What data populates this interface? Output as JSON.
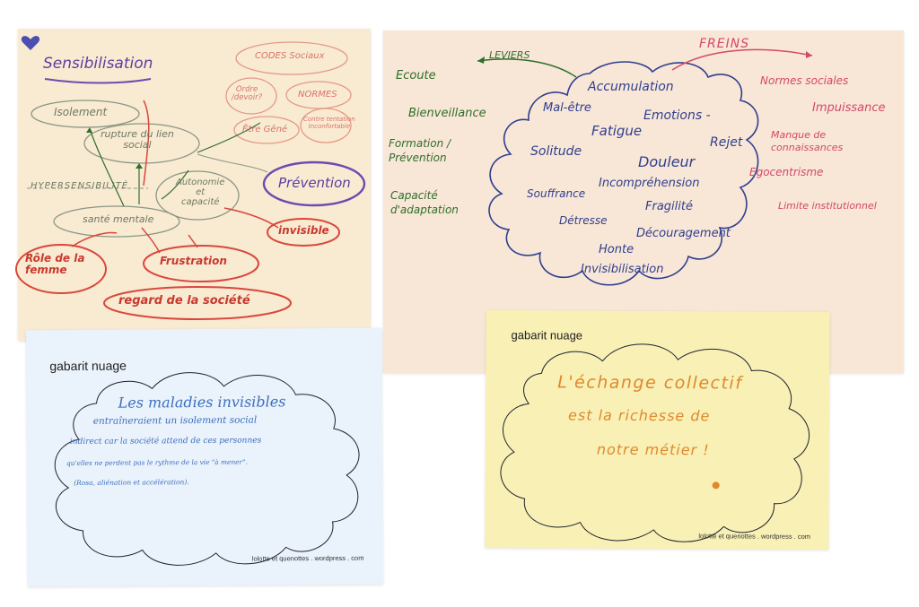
{
  "sheet1": {
    "title": "Sensibilisation",
    "nodes": {
      "codes_sociaux": "CODES Sociaux",
      "ordre_devoir": "Ordre\n/devoir?",
      "normes": "NORMES",
      "etre_gene": "Être Gêné",
      "contre_tentation": "Contre tentation\nInconfortable",
      "isolement": "Isolement",
      "rupture": "rupture du lien\nsocial",
      "hypersensibilite": "HYPERSENSIBILITÉ",
      "autonomie": "Autonomie\net\ncapacité",
      "sante_mentale": "santé mentale",
      "prevention": "Prévention",
      "invisible": "invisible",
      "role_femme": "Rôle de la\nfemme",
      "frustration": "Frustration",
      "regard": "regard de la société"
    },
    "colors": {
      "red": "#d9473c",
      "pink_outline": "#e49a86",
      "purple": "#6a4bb0",
      "gray": "#8a9684",
      "heart": "#4a4fb0"
    }
  },
  "sheet2": {
    "leviers_label": "LEVIERS",
    "freins_label": "FREINS",
    "leviers": [
      "Ecoute",
      "Bienveillance",
      "Formation /\nPrévention",
      "Capacité\nd'adaptation"
    ],
    "center_words": [
      "Accumulation",
      "Mal-être",
      "Emotions -",
      "Fatigue",
      "Rejet",
      "Solitude",
      "Douleur",
      "Incompréhension",
      "Souffrance",
      "Fragilité",
      "Détresse",
      "Découragement",
      "Honte",
      "Invisibilisation"
    ],
    "freins": [
      "Normes sociales",
      "Impuissance",
      "Manque de\nconnaissances",
      "Egocentrisme",
      "Limite institutionnel"
    ],
    "colors": {
      "green": "#2f6e2c",
      "blue": "#2f3f8f",
      "pink": "#d5486a"
    }
  },
  "sheet3": {
    "header": "gabarit nuage",
    "lines": [
      "Les maladies invisibles",
      "entraîneraient un isolement social",
      "indirect car la société attend de ces personnes",
      "qu'elles ne perdent pas le rythme de la vie \"à mener\".",
      "(Rosa, aliénation et accélération)."
    ],
    "footer": "lolotte et quenottes . wordpress . com"
  },
  "sheet4": {
    "header": "gabarit nuage",
    "lines": [
      "L'échange collectif",
      "est la richesse de",
      "notre métier !"
    ],
    "footer": "lolotte et quenottes . wordpress . com"
  }
}
